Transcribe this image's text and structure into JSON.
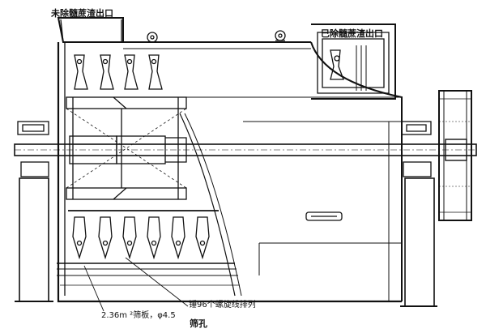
{
  "labels": {
    "untreated_outlet": "未除髓蔗渣出口",
    "treated_outlet": "巳除髓蔗渣出口",
    "hammers": "锤96个螺旋线排列",
    "screen_area": "2.36m ²筛板，φ4.5",
    "screen_holes": "筛孔"
  },
  "colors": {
    "ink": "#111111",
    "paper": "#ffffff"
  }
}
